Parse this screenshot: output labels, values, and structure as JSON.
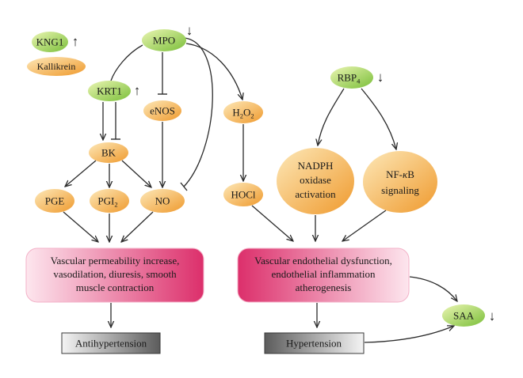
{
  "colors": {
    "green_light": "#eaf5b2",
    "green": "#7bbf3a",
    "orange_light": "#fde8b8",
    "orange": "#ef9a2e",
    "pink_light": "#fde6ee",
    "pink": "#dc2f6b",
    "grey_light": "#f4f4f4",
    "grey": "#5c5c5c",
    "line": "#2b2b2b"
  },
  "nodes": {
    "kng1": {
      "label": "KNG1",
      "indicator": "↑"
    },
    "kallikrein": {
      "label": "Kallikrein"
    },
    "mpo": {
      "label": "MPO",
      "indicator": "↓"
    },
    "krt1": {
      "label": "KRT1",
      "indicator": "↑"
    },
    "enos": {
      "label": "eNOS"
    },
    "h2o2": {
      "label_main": "H",
      "label_sub": "2",
      "label_mid": "O",
      "label_sub2": "2"
    },
    "bk": {
      "label": "BK"
    },
    "pge": {
      "label": "PGE"
    },
    "pgi2": {
      "label_main": "PGI",
      "label_sub": "2"
    },
    "no": {
      "label": "NO"
    },
    "hocl": {
      "label": "HOCl"
    },
    "rbp4": {
      "label_main": "RBP",
      "label_sub": "4",
      "indicator": "↓"
    },
    "nadph": {
      "lines": [
        "NADPH",
        "oxidase",
        "activation"
      ]
    },
    "nfkb": {
      "line1": "NF-",
      "kappa": "κ",
      "line1_end": "B",
      "line2": "signaling"
    },
    "saa": {
      "label": "SAA",
      "indicator": "↓"
    }
  },
  "boxes": {
    "vascular_left": {
      "lines": [
        "Vascular permeability increase,",
        "vasodilation, diuresis, smooth",
        "muscle contraction"
      ]
    },
    "vascular_right": {
      "lines": [
        "Vascular endothelial dysfunction,",
        "endothelial inflammation",
        "atherogenesis"
      ]
    },
    "antihypertension": {
      "label": "Antihypertension"
    },
    "hypertension": {
      "label": "Hypertension"
    }
  }
}
